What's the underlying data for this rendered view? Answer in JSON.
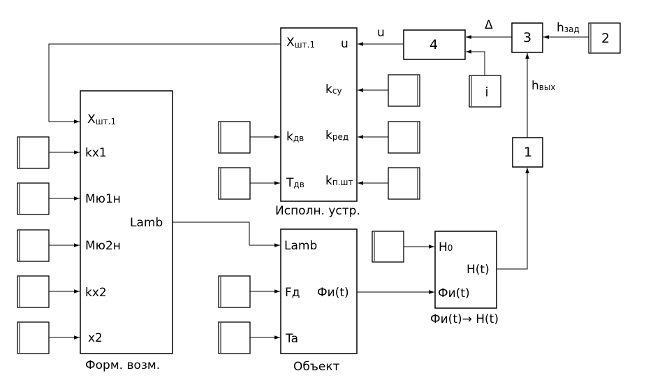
{
  "blocks": {
    "form": {
      "caption": "Форм. возм.",
      "inputs": {
        "xsht": {
          "main": "X",
          "sub": "шт.1"
        },
        "kx1": "kx1",
        "myu1n": "Мю1н",
        "myu2n": "Мю2н",
        "kx2": "kx2",
        "x2": "x2"
      },
      "output": "Lamb"
    },
    "isp": {
      "caption": "Исполн. устр.",
      "left": {
        "xsht": {
          "main": "X",
          "sub": "шт.1"
        },
        "kdv": {
          "main": "k",
          "sub": "дв"
        },
        "tdv": {
          "main": "T",
          "sub": "дв"
        }
      },
      "right": {
        "u": "u",
        "ksu": {
          "main": "k",
          "sub": "су"
        },
        "kred": {
          "main": "k",
          "sub": "ред"
        },
        "kpsht": {
          "main": "k",
          "sub": "п.шт"
        }
      }
    },
    "obj": {
      "caption": "Объект",
      "inputs": {
        "lamb": "Lamb",
        "fd": "Fд",
        "ta": "Ta"
      },
      "output": "Фи(t)"
    },
    "conv": {
      "caption": "Фи(t)→ H(t)",
      "inputs": {
        "h0": {
          "main": "H",
          "sub": "0"
        },
        "fi": "Фи(t)"
      },
      "output": "H(t)"
    },
    "b4": "4",
    "b3": "3",
    "b2": "2",
    "b1": "1",
    "bi": "i"
  },
  "signals": {
    "u": "u",
    "delta": "Δ",
    "hzad": {
      "main": "h",
      "sub": "зад"
    },
    "hvyh": {
      "main": "h",
      "sub": "вых"
    }
  }
}
